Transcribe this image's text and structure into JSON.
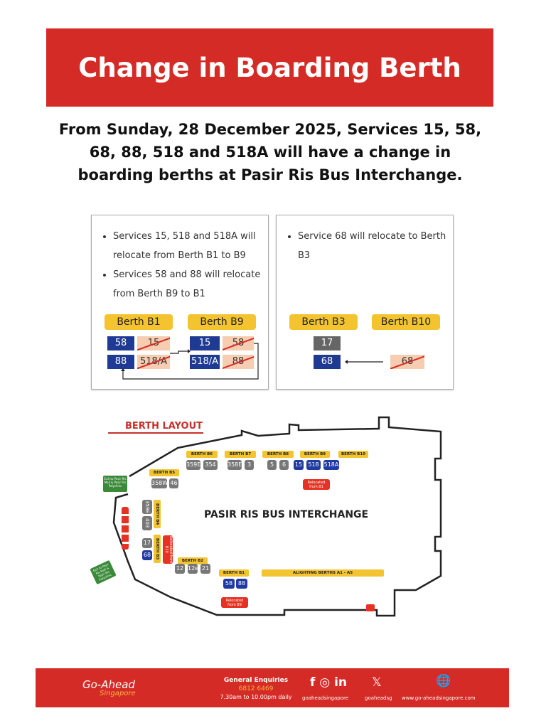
{
  "title": "Change in Boarding Berth",
  "subtitle": [
    "From Sunday, 28 December 2025, Services 15, 58,",
    "68, 88, 518 and 518A will have a change in",
    "boarding berths at Pasir Ris Bus Interchange."
  ],
  "left_box": {
    "bullets": [
      "Services 15, 518 and 518A will relocate from Berth B1 to B9",
      "Services 58 and 88 will relocate from Berth B9 to B1"
    ],
    "b1": "Berth B1",
    "b9": "Berth B9",
    "b1_new": [
      "58",
      "88"
    ],
    "b1_old": [
      "15",
      "518/A"
    ],
    "b9_new": [
      "15",
      "518/A"
    ],
    "b9_old": [
      "58",
      "88"
    ]
  },
  "right_box": {
    "bullets": [
      "Service 68 will relocate to Berth B3"
    ],
    "b3": "Berth B3",
    "b10": "Berth B10",
    "b3_services": [
      "17",
      "68"
    ],
    "b10_old": "68"
  },
  "map": {
    "heading": "BERTH LAYOUT",
    "name": "PASIR RIS BUS INTERCHANGE",
    "berths": {
      "b6": "BERTH B6",
      "b7": "BERTH B7",
      "b8": "BERTH B8",
      "b9": "BERTH B9",
      "b10": "BERTH B10",
      "b5": "BERTH B5",
      "b4": "BERTH B4",
      "b3": "BERTH B3",
      "b2": "BERTH B2",
      "b1": "BERTH B1",
      "alight": "ALIGHTING BERTHS A1 - A5"
    },
    "services": {
      "b6": [
        "359E",
        "354"
      ],
      "b7": [
        "358E",
        "3"
      ],
      "b8": [
        "5",
        "6"
      ],
      "b9": [
        "15",
        "518",
        "518A"
      ],
      "b5": [
        "358W",
        "46"
      ],
      "b4": [
        "359E",
        "403"
      ],
      "b3": [
        "17",
        "68"
      ],
      "b2": [
        "12",
        "12e",
        "21"
      ],
      "b1": [
        "58",
        "88"
      ]
    },
    "relocated_b9": "Relocated from B1",
    "relocated_b1": "Relocated from B9",
    "relocated_b3": "Relocated from B10",
    "exit_top": "Exit to Pasir Ris Mall & Pasir Ris Polyclinic",
    "exit_bottom": "Exit to Pasir Ris Mall & Pasir Ris Polyclinic"
  },
  "footer": {
    "brand": "Go-Ahead",
    "brand_sub": "Singapore",
    "enq_label": "General Enquiries",
    "phone": "6812 6469",
    "hours": "7.30am to 10.00pm daily",
    "social1": "goaheadsingapore",
    "social2": "goaheadsg",
    "website": "www.go-aheadsingapore.com"
  },
  "colors": {
    "red": "#d52b27",
    "yellow": "#f4c430",
    "blue": "#1f3a93"
  }
}
